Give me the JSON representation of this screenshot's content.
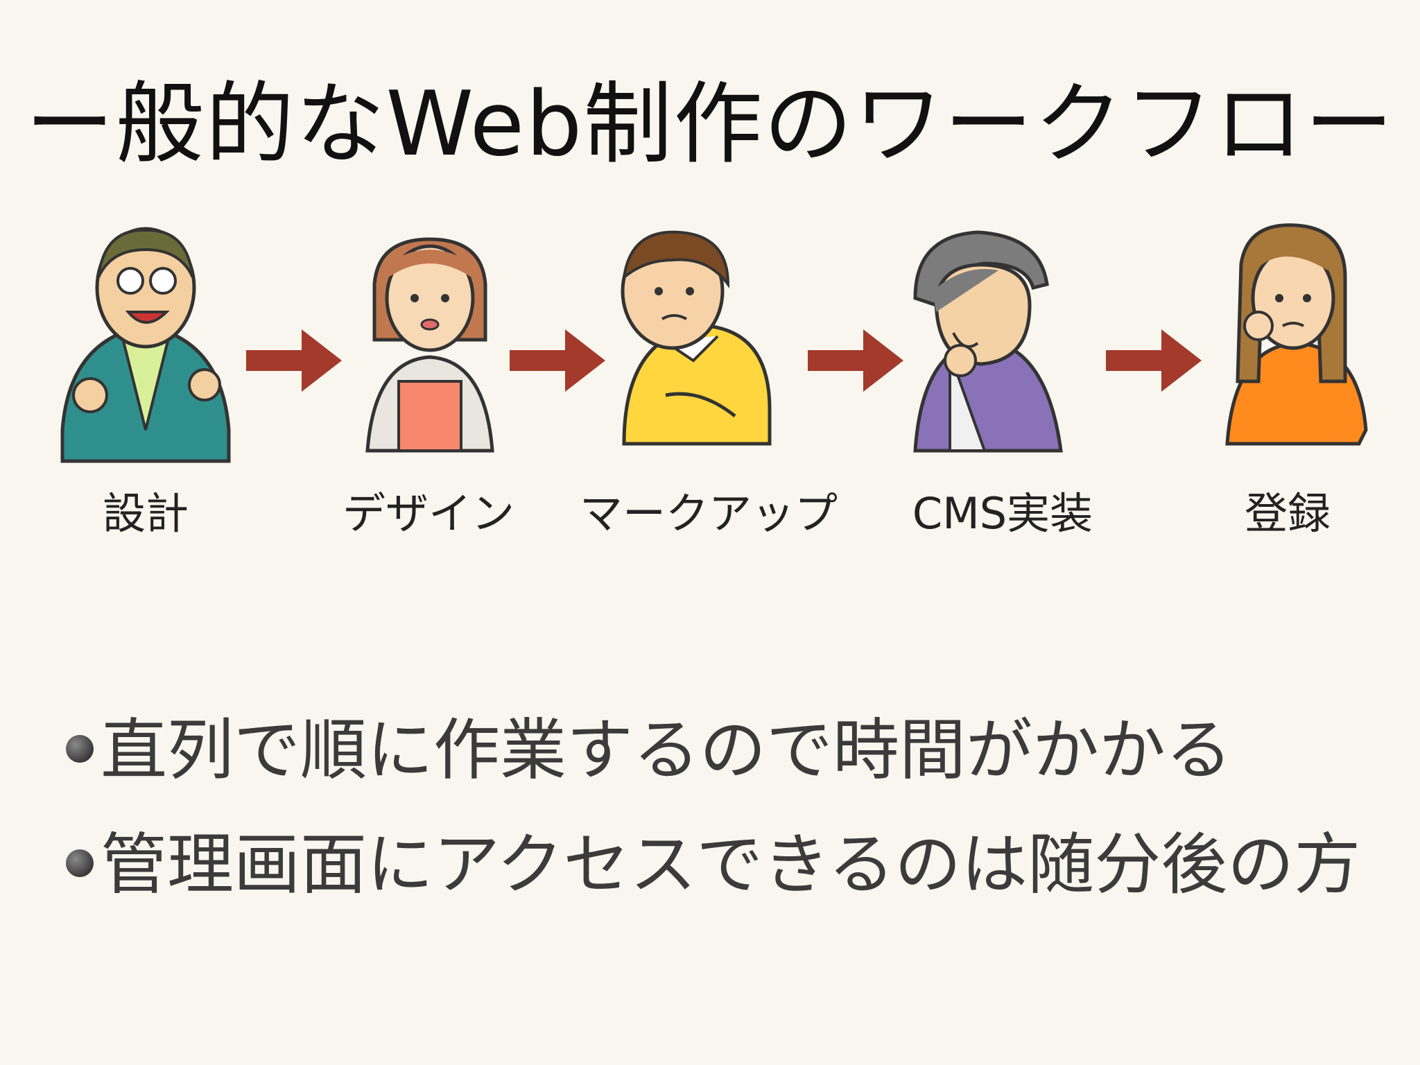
{
  "title": "ー般的なWeb制作のワークフロー",
  "steps": [
    {
      "label": "設計",
      "icon": "director-icon"
    },
    {
      "label": "デザイン",
      "icon": "designer-icon"
    },
    {
      "label": "マークアップ",
      "icon": "coder-icon"
    },
    {
      "label": "CMS実装",
      "icon": "developer-icon"
    },
    {
      "label": "登録",
      "icon": "editor-icon"
    }
  ],
  "bullets": [
    "直列で順に作業するので時間がかかる",
    "管理画面にアクセスできるのは随分後の方"
  ],
  "colors": {
    "background": "#f8f6ee",
    "arrow": "#a33a2c",
    "bullet_text": "#3b3b3b"
  }
}
